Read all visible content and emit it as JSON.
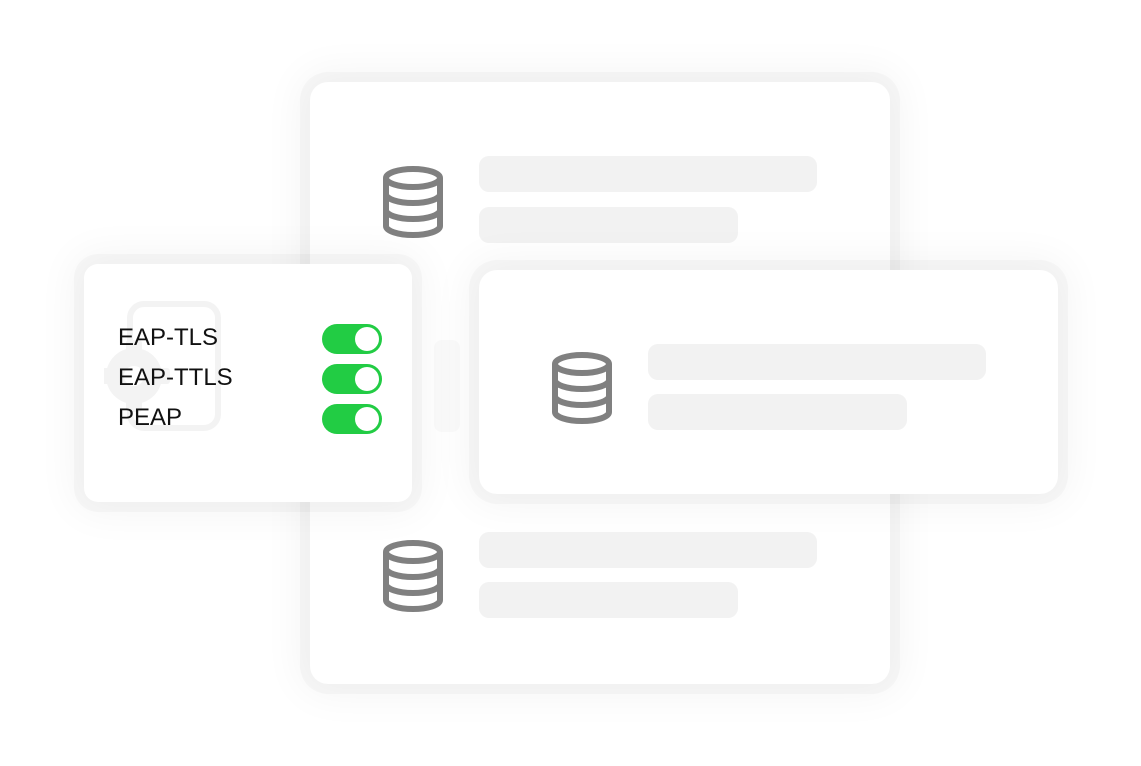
{
  "protocols": [
    {
      "label": "EAP-TLS",
      "enabled": true
    },
    {
      "label": "EAP-TTLS",
      "enabled": true
    },
    {
      "label": "PEAP",
      "enabled": true
    }
  ],
  "icons": {
    "database": "database-icon",
    "settings": "gear-icon"
  },
  "colors": {
    "toggle_on": "#22cc44",
    "icon_gray": "#808080",
    "placeholder_bar": "#f2f2f2"
  }
}
